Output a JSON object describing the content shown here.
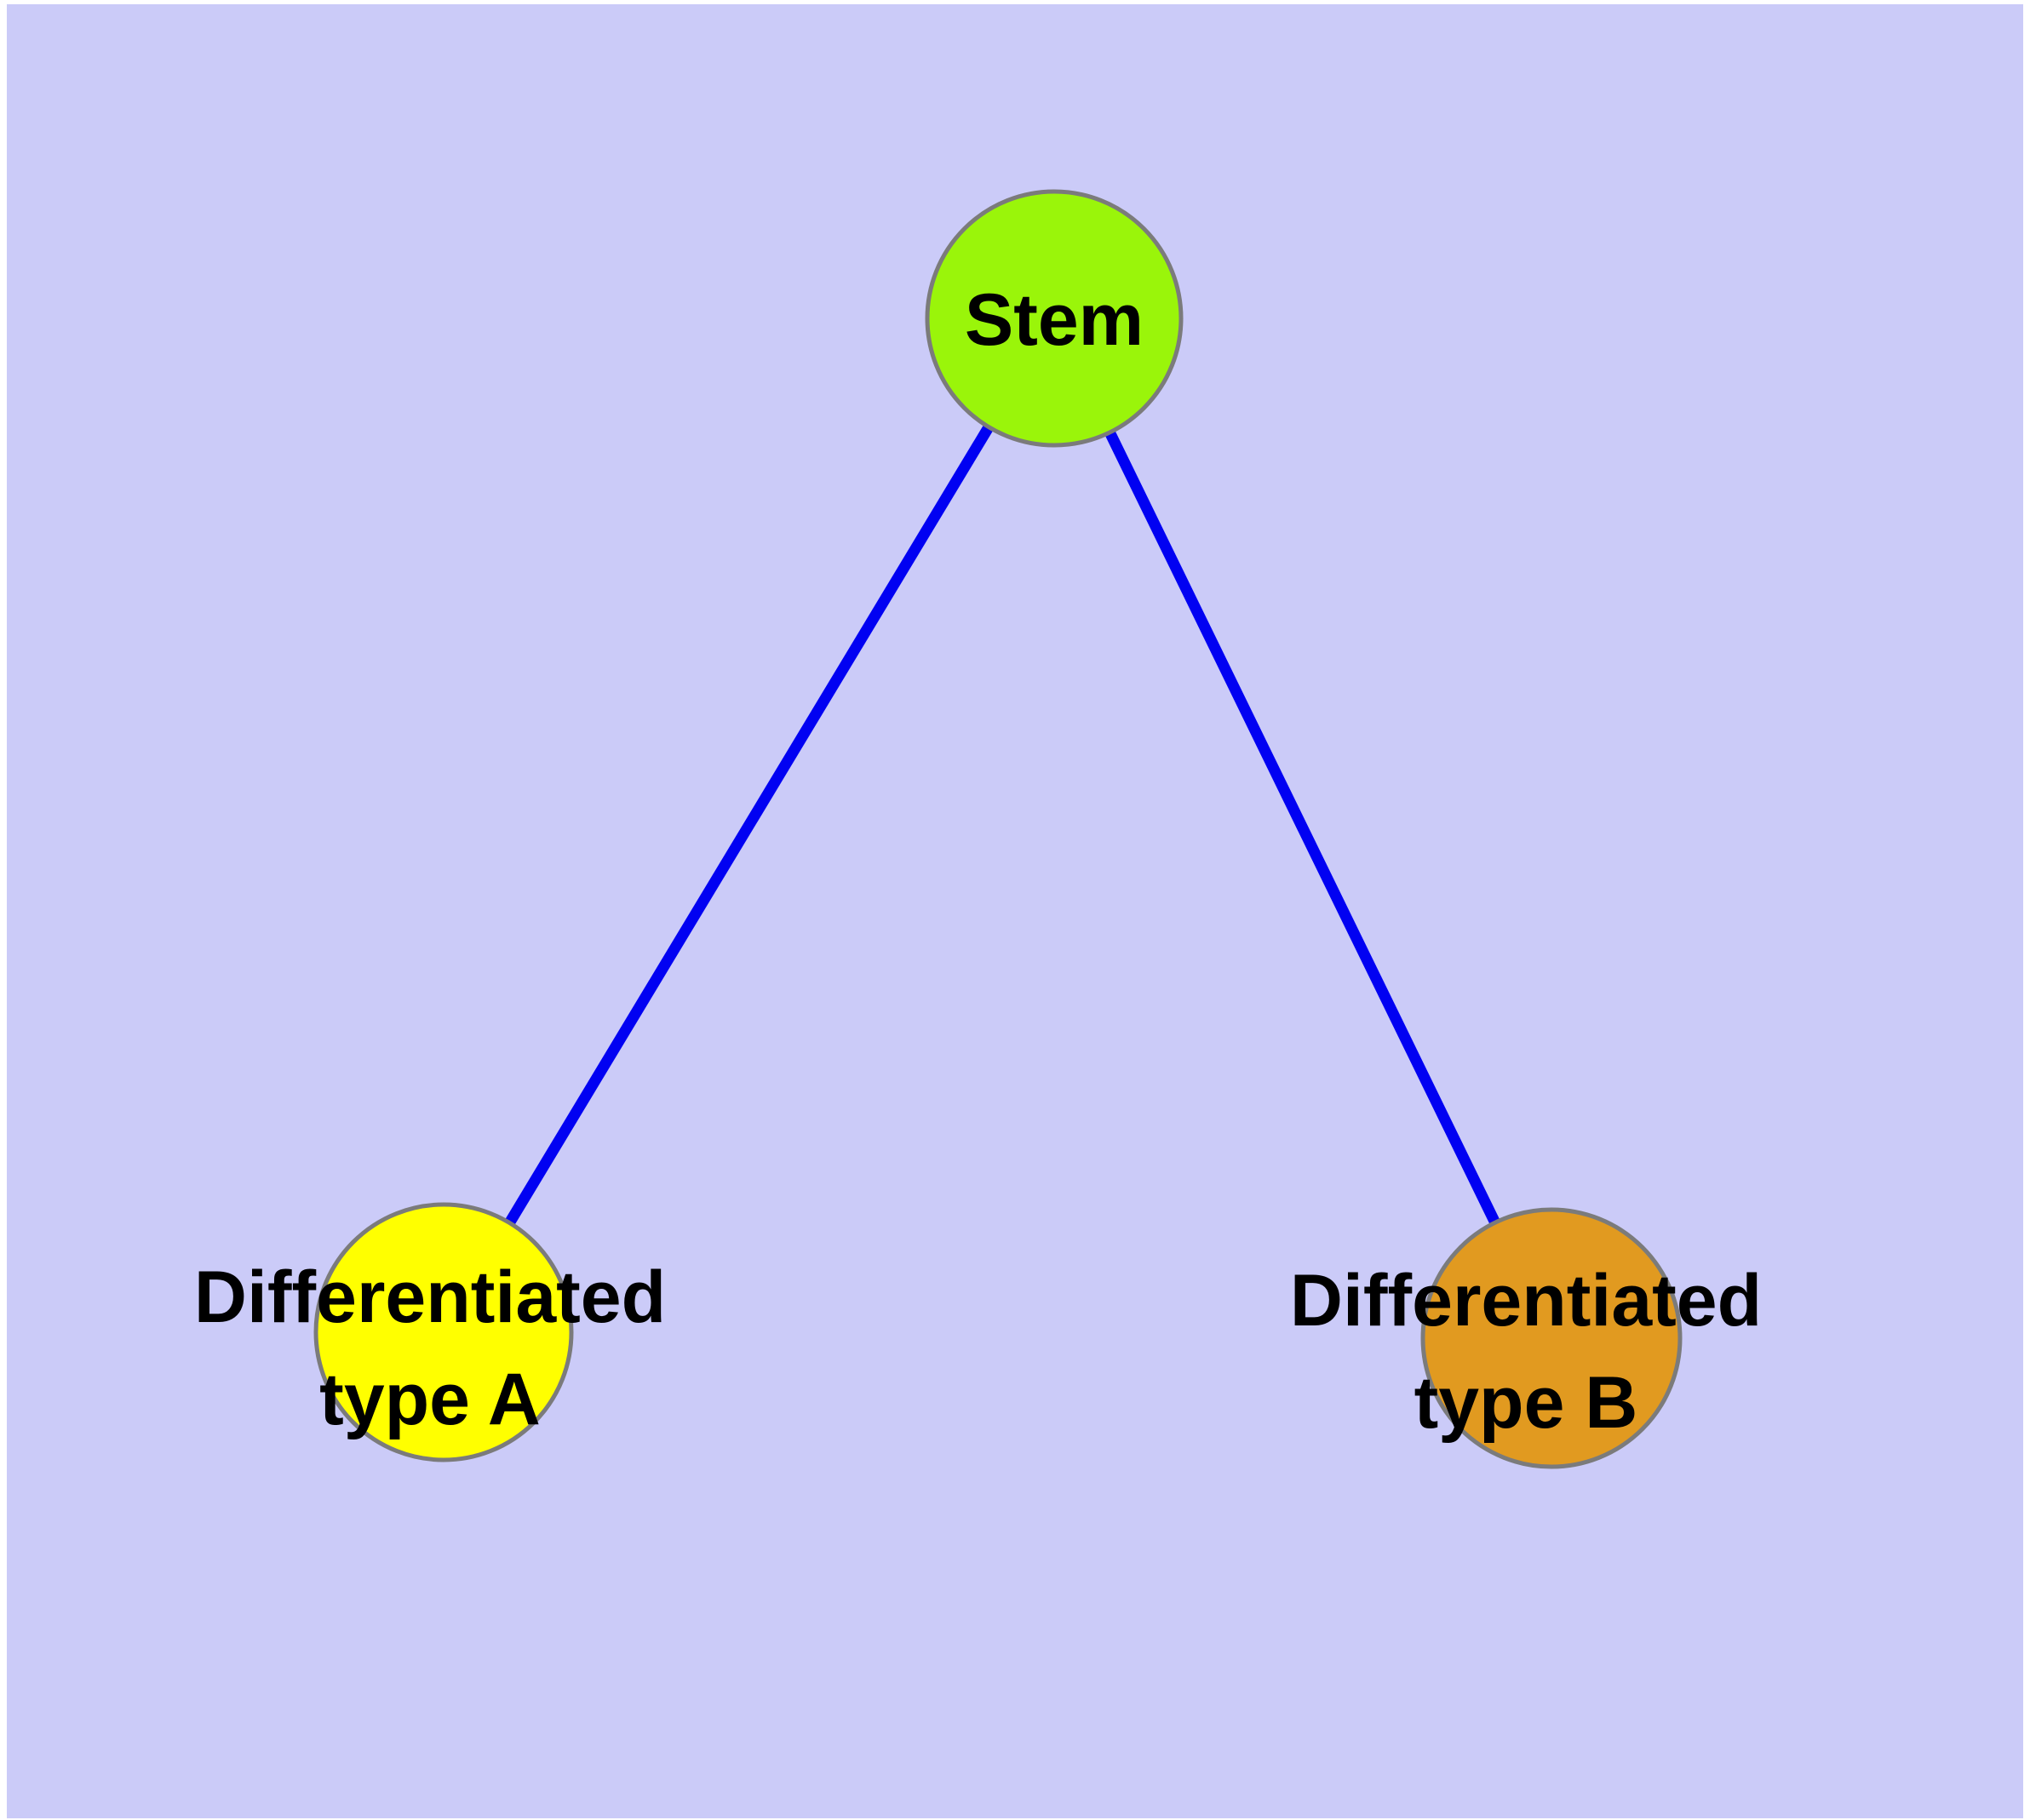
{
  "diagram": {
    "type": "graph",
    "background_color": "#CBCBF8",
    "frame_color": "#FFFFFF",
    "edge_color": "#0101F2",
    "node_border_color": "#7B7B7B",
    "label_color": "#000000",
    "nodes": {
      "stem": {
        "id": "stem",
        "label": "Stem",
        "color": "#9AF50A"
      },
      "type_a": {
        "id": "type_a",
        "label": "Differentiated\ntype A",
        "color": "#FFFF00"
      },
      "type_b": {
        "id": "type_b",
        "label": "Differentiated\ntype B",
        "color": "#E19A20"
      }
    },
    "edges": [
      {
        "from": "stem",
        "to": "type_a"
      },
      {
        "from": "stem",
        "to": "type_b"
      }
    ]
  }
}
